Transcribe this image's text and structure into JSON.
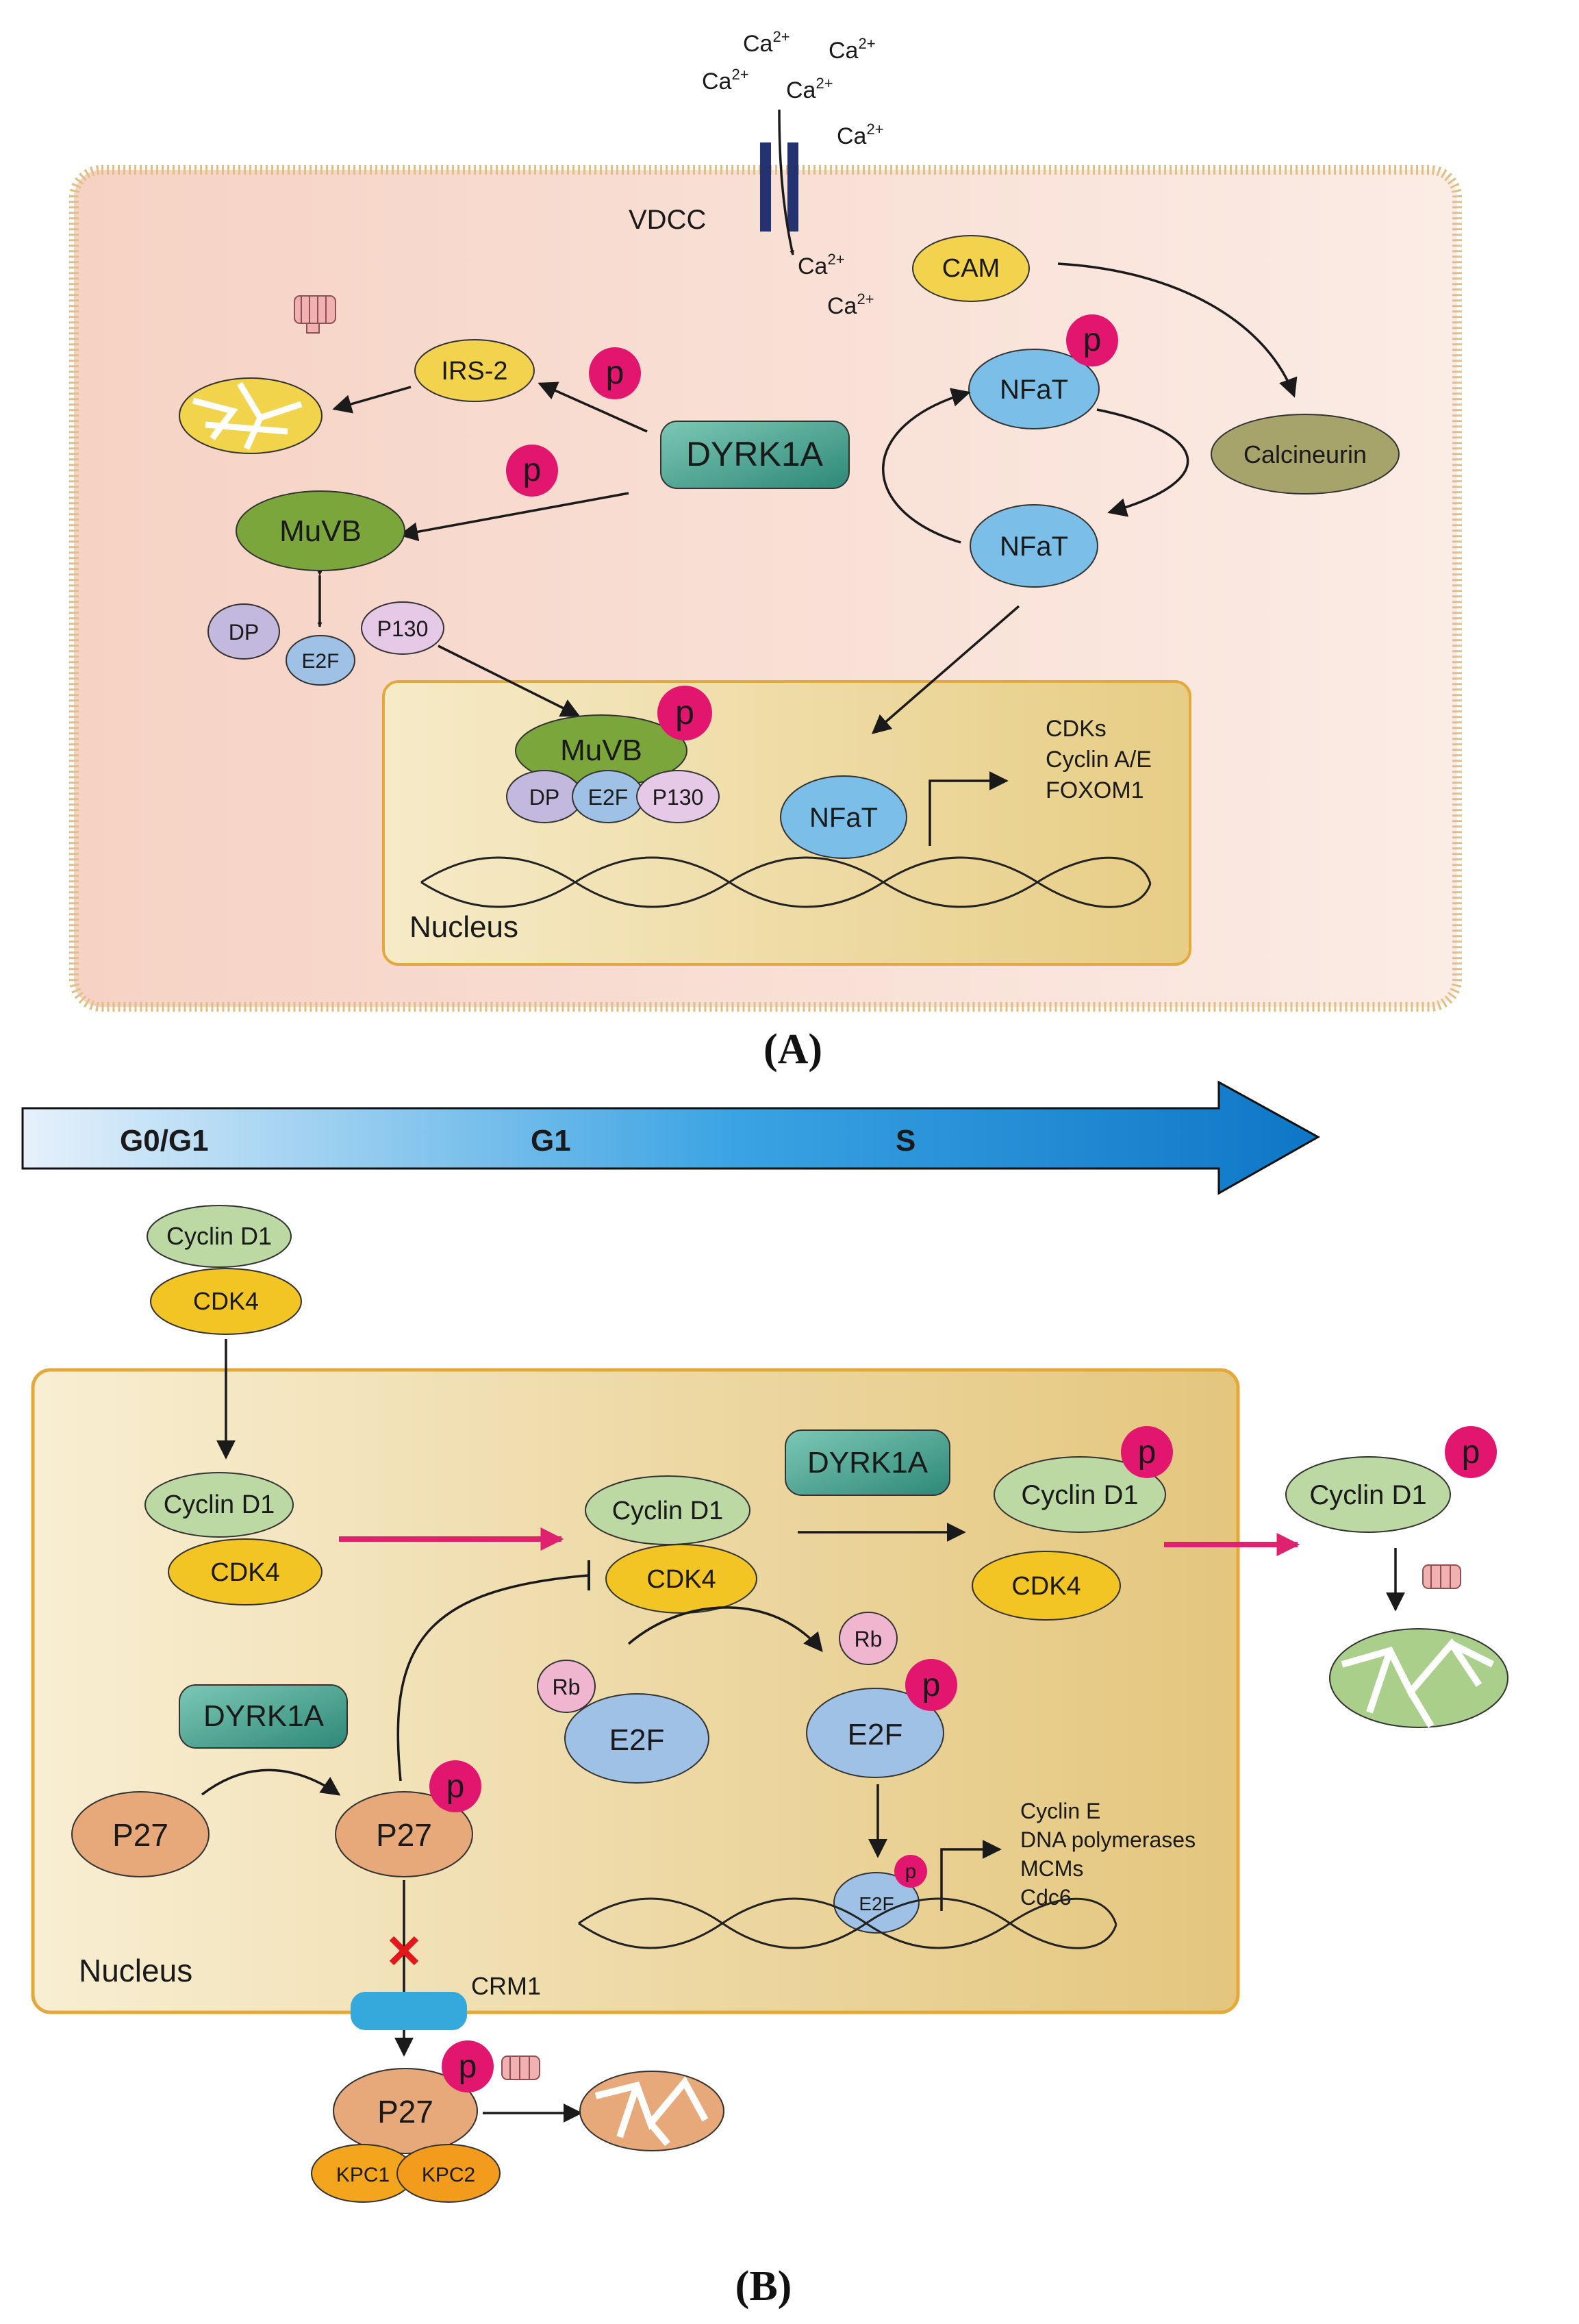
{
  "panel_a": {
    "label": "(A)",
    "ions": [
      "Ca",
      "Ca",
      "Ca",
      "Ca",
      "Ca",
      "Ca",
      "Ca"
    ],
    "ion_charge": "2+",
    "channel": "VDCC",
    "cam": "CAM",
    "calcineurin": "Calcineurin",
    "nfat_top": "NFaT",
    "nfat_mid": "NFaT",
    "nfat_nucleus": "NFaT",
    "dyrk1a": "DYRK1A",
    "irs2": "IRS-2",
    "muvb": "MuVB",
    "muvb_nucleus": "MuVB",
    "dp": "DP",
    "e2f": "E2F",
    "p130": "P130",
    "dp_nucleus": "DP",
    "e2f_nucleus": "E2F",
    "p130_nucleus": "P130",
    "phospho": "p",
    "targets": [
      "CDKs",
      "Cyclin A/E",
      "FOXOM1"
    ],
    "nucleus": "Nucleus"
  },
  "phase_bar": {
    "phases": [
      "G0/G1",
      "G1",
      "S"
    ]
  },
  "panel_b": {
    "label": "(B)",
    "cyclin_d1": "Cyclin D1",
    "cdk4": "CDK4",
    "dyrk1a": "DYRK1A",
    "rb": "Rb",
    "e2f": "E2F",
    "p27": "P27",
    "kpc1": "KPC1",
    "kpc2": "KPC2",
    "crm1": "CRM1",
    "phospho": "p",
    "targets": [
      "Cyclin E",
      "DNA polymerases",
      "MCMs",
      "Cdc6"
    ],
    "nucleus": "Nucleus"
  },
  "colors": {
    "cell_fill": "#f7e0d6",
    "cell_border": "#e6c48a",
    "nucleus_fill": "#ecd7a1",
    "nucleus_border": "#e3a93a",
    "phospho": "#e3166f",
    "nfat": "#8fc6ea",
    "muvb": "#7aa63c",
    "dyrk1a": "#5fb09d",
    "cyclin": "#bcd9a3",
    "cdk4": "#f2c524",
    "p27": "#e8a97a",
    "e2f": "#9fc1e6",
    "kpc": "#f3a51d",
    "crm1": "#35a8dc",
    "pink_arrow": "#e0216f"
  }
}
